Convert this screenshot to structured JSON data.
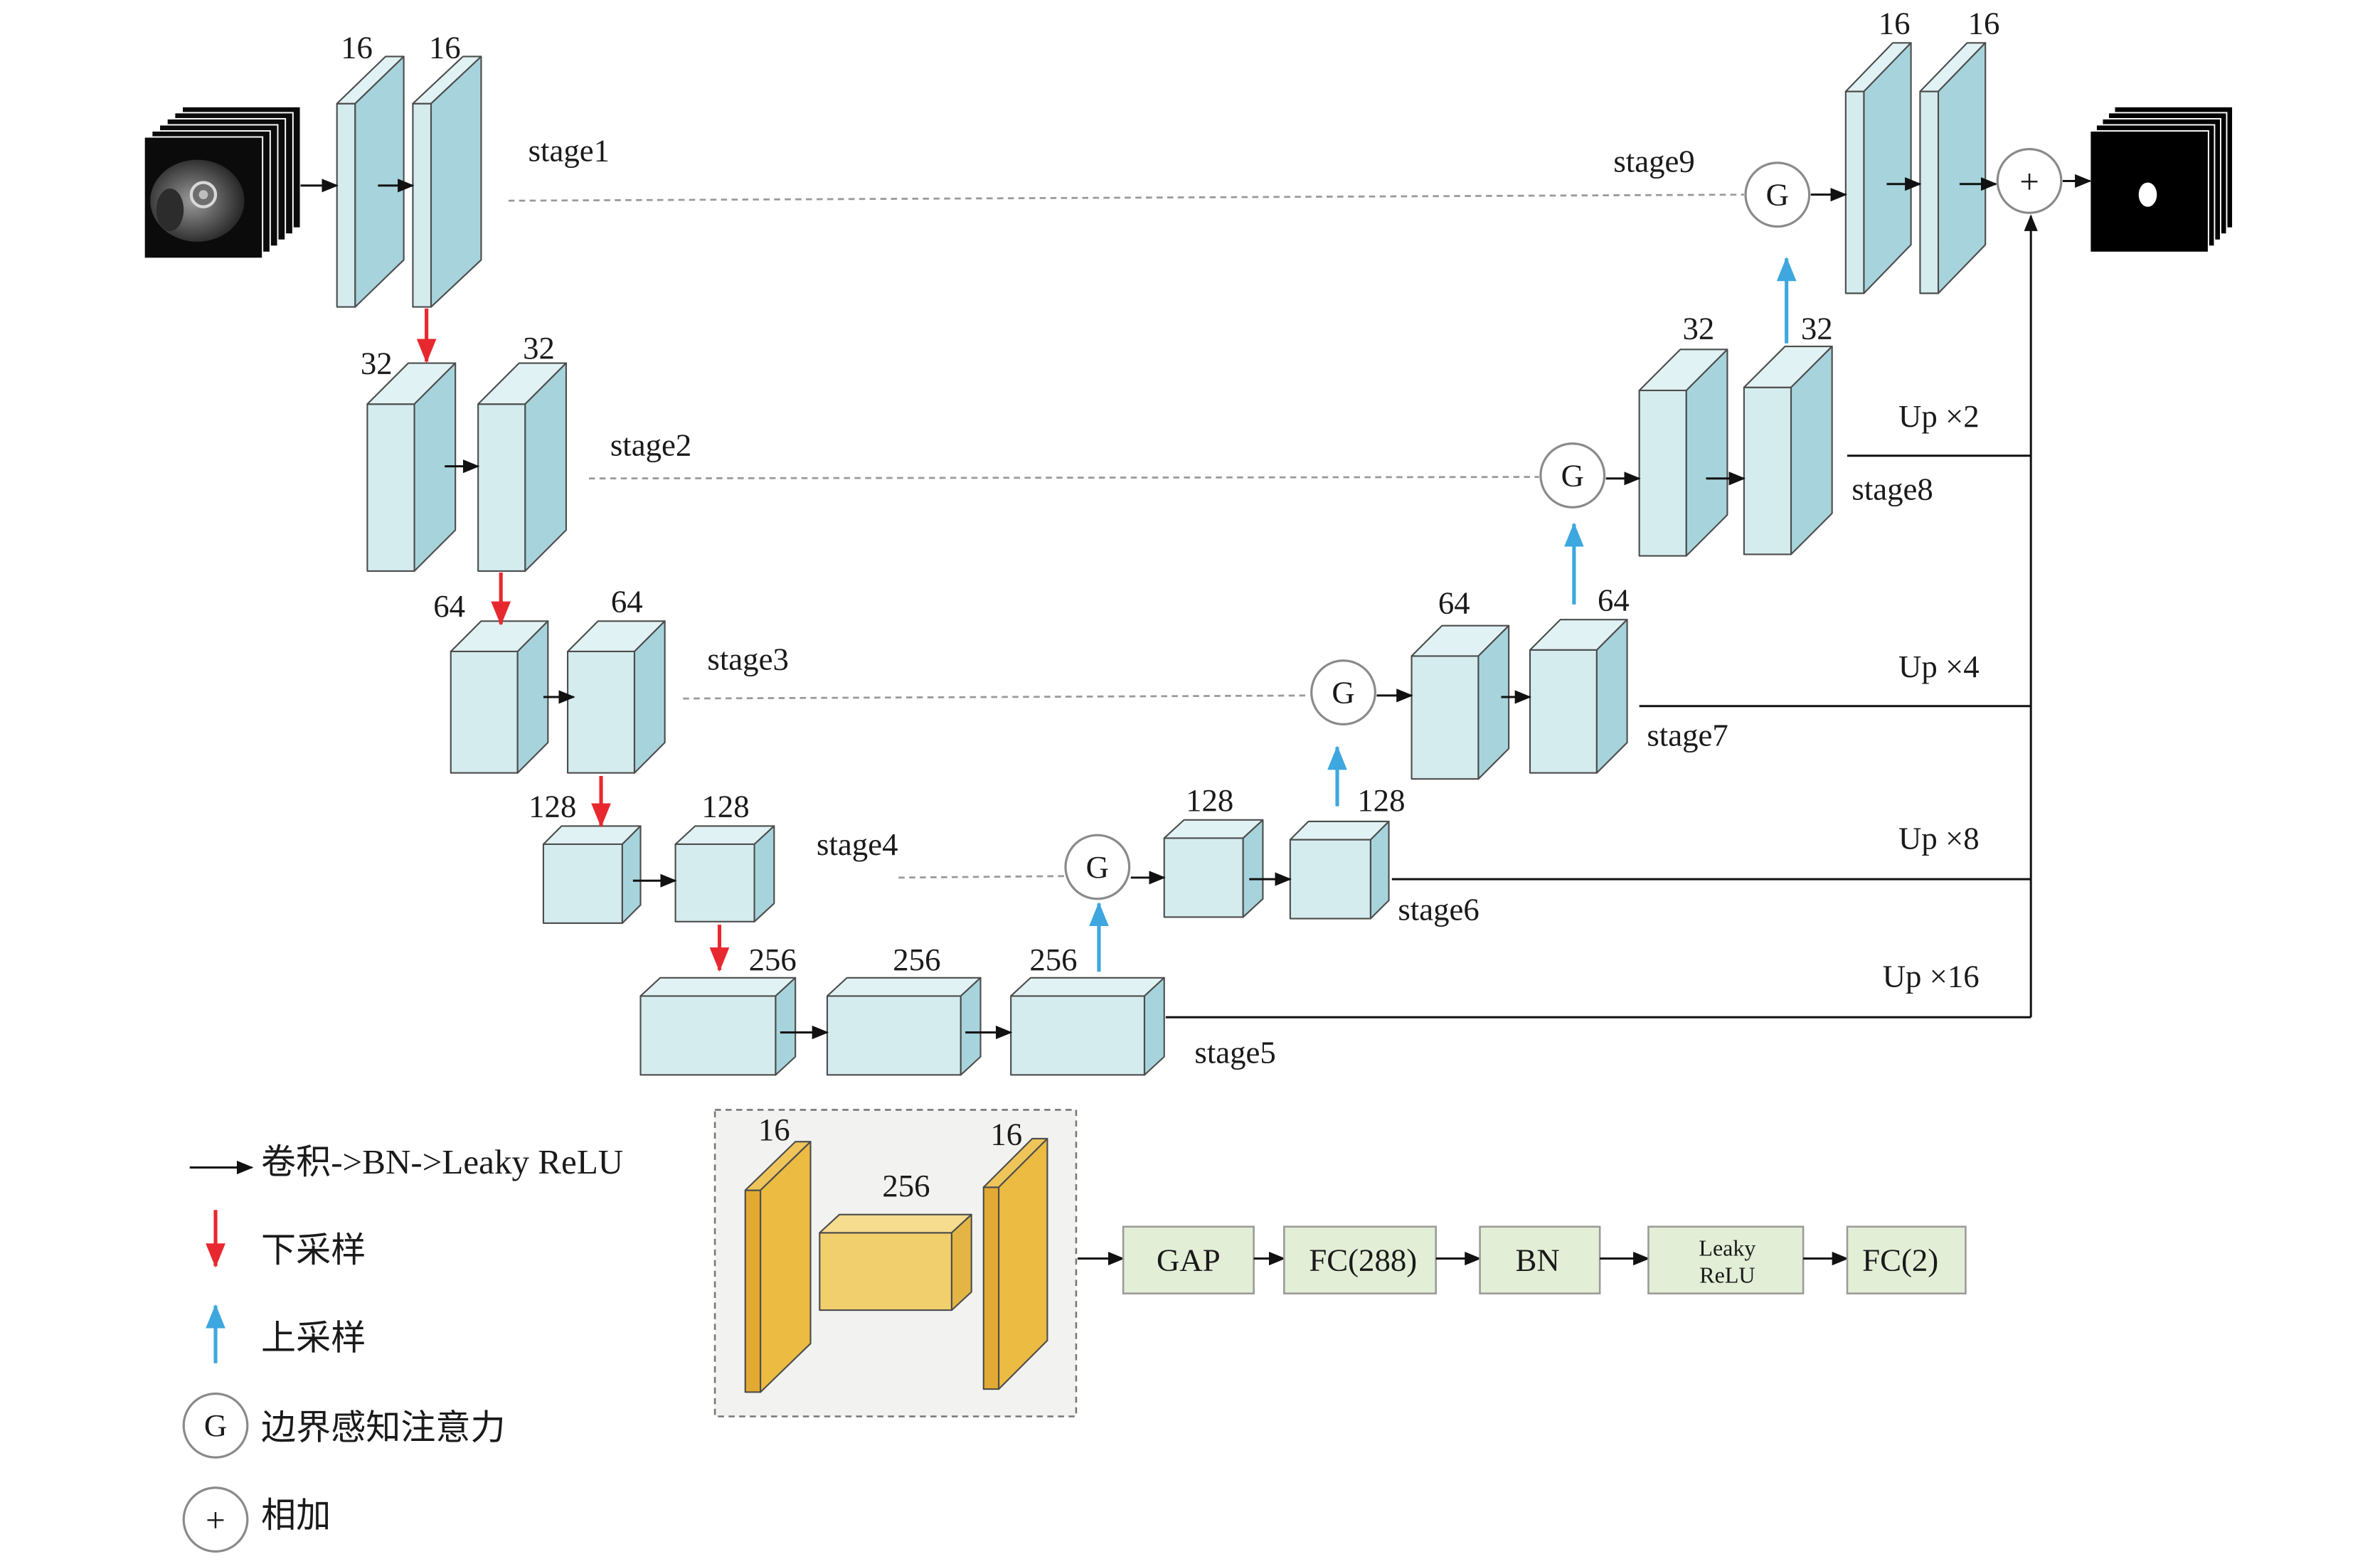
{
  "stages": [
    {
      "stage": "stage1",
      "channels": [
        "16",
        "16"
      ]
    },
    {
      "stage": "stage2",
      "channels": [
        "32",
        "32"
      ]
    },
    {
      "stage": "stage3",
      "channels": [
        "64",
        "64"
      ]
    },
    {
      "stage": "stage4",
      "channels": [
        "128",
        "128"
      ]
    },
    {
      "stage": "stage5",
      "channels": [
        "256",
        "256",
        "256"
      ]
    },
    {
      "stage": "stage6",
      "channels": [
        "128",
        "128"
      ]
    },
    {
      "stage": "stage7",
      "channels": [
        "64",
        "64"
      ]
    },
    {
      "stage": "stage8",
      "channels": [
        "32",
        "32"
      ]
    },
    {
      "stage": "stage9",
      "channels": [
        "16",
        "16"
      ]
    }
  ],
  "symbols": {
    "attention": "G",
    "add": "+"
  },
  "deep_supervision": [
    "Up ×2",
    "Up ×4",
    "Up ×8",
    "Up ×16"
  ],
  "classifier": {
    "channels": [
      "16",
      "256",
      "16"
    ],
    "layers": [
      {
        "text": "GAP"
      },
      {
        "text": "FC(288)"
      },
      {
        "text": "BN"
      },
      {
        "lines": [
          "Leaky",
          "ReLU"
        ]
      },
      {
        "text": "FC(2)"
      }
    ]
  },
  "legend": [
    {
      "icon": "black-right-arrow-icon",
      "text": "卷积->BN->Leaky ReLU"
    },
    {
      "icon": "red-down-arrow-icon",
      "text": "下采样"
    },
    {
      "icon": "blue-up-arrow-icon",
      "text": "上采样"
    },
    {
      "icon": "attention-circle-icon",
      "text": "边界感知注意力"
    },
    {
      "icon": "add-circle-icon",
      "text": "相加"
    }
  ],
  "colors": {
    "block_front": "#d5ecef",
    "block_top": "#e1f2f4",
    "block_side": "#a7d4dc",
    "classifier_slab_front": "#e2aa32",
    "classifier_slab_top": "#efc55a",
    "classifier_slab_side": "#ebbb42",
    "classifier_block_front": "#f1cf6c",
    "classifier_block_top": "#f6dc8e",
    "classifier_block_side": "#e4b545",
    "downsample_arrow": "#e8282f",
    "upsample_arrow": "#3ea7df",
    "dense_box": "#e2eed6",
    "classifier_panel": "#f2f2f0"
  }
}
